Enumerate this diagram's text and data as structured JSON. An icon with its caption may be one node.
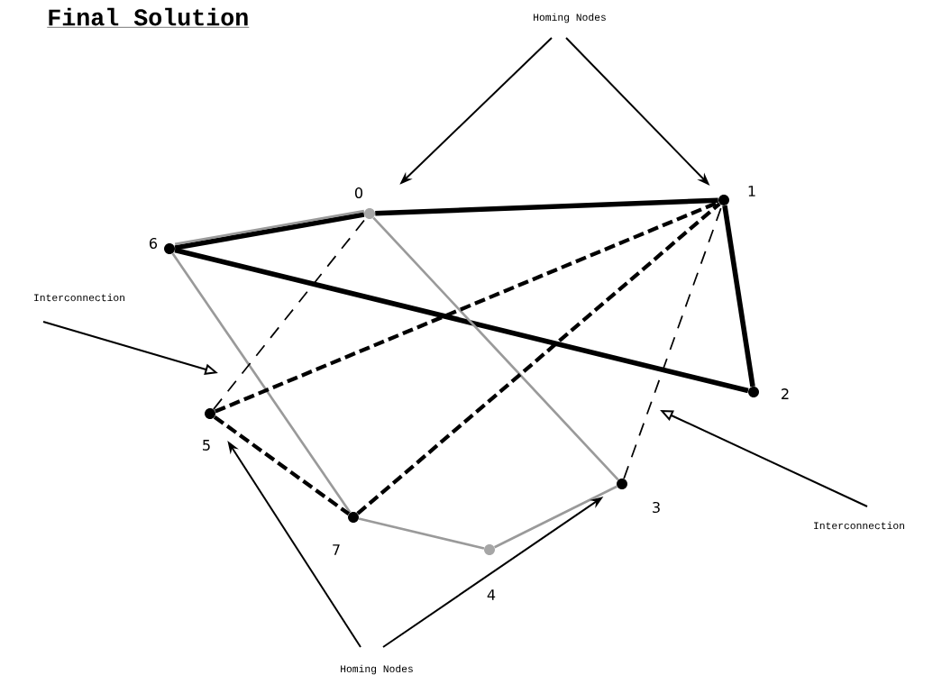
{
  "diagram": {
    "title": "Final Solution",
    "nodes": [
      {
        "text": [
          "Homing Nodes"
        ]
      },
      {
        "text": [],
        "shape": "circle",
        "beside": [
          "0"
        ]
      },
      {
        "text": [],
        "shape": "circle",
        "beside": [
          "1"
        ]
      },
      {
        "text": [],
        "shape": "circle",
        "beside": [
          "6"
        ]
      },
      {
        "text": [
          "Interconnection"
        ]
      },
      {
        "text": [],
        "shape": "circle",
        "beside": [
          "2"
        ]
      },
      {
        "text": [],
        "shape": "circle",
        "beside": [
          "5"
        ]
      },
      {
        "text": [],
        "shape": "circle",
        "beside": [
          "3"
        ]
      },
      {
        "text": [
          "Interconnection"
        ]
      },
      {
        "text": [],
        "shape": "circle",
        "beside": [
          "7"
        ]
      },
      {
        "text": [],
        "shape": "circle",
        "beside": [
          "4"
        ]
      },
      {
        "text": [
          "Homing Nodes"
        ]
      }
    ],
    "edges": [
      {
        "from": 3,
        "to": 1,
        "arrow": "none",
        "style": "thick"
      },
      {
        "from": 1,
        "to": 2,
        "arrow": "none",
        "style": "thick"
      },
      {
        "from": 3,
        "to": 5,
        "arrow": "none",
        "style": "thick"
      },
      {
        "from": 2,
        "to": 5,
        "arrow": "none",
        "style": "thick"
      },
      {
        "from": 3,
        "to": 1,
        "arrow": "none",
        "color": "#9a9a9a"
      },
      {
        "from": 1,
        "to": 7,
        "arrow": "none",
        "color": "#9a9a9a"
      },
      {
        "from": 3,
        "to": 9,
        "arrow": "none",
        "color": "#9a9a9a"
      },
      {
        "from": 9,
        "to": 10,
        "arrow": "none",
        "color": "#9a9a9a"
      },
      {
        "from": 10,
        "to": 7,
        "arrow": "none",
        "color": "#9a9a9a"
      },
      {
        "from": 6,
        "to": 2,
        "arrow": "none",
        "style": "dashed"
      },
      {
        "from": 9,
        "to": 2,
        "arrow": "none",
        "style": "dashed"
      },
      {
        "from": 6,
        "to": 9,
        "arrow": "none",
        "style": "dashed"
      },
      {
        "from": 6,
        "to": 1,
        "arrow": "none",
        "style": "dashed"
      },
      {
        "from": 7,
        "to": 2,
        "arrow": "none",
        "style": "dashed"
      },
      {
        "from": 0,
        "to": 1,
        "arrow": "to"
      },
      {
        "from": 0,
        "to": 2,
        "arrow": "to"
      },
      {
        "from": 4,
        "to": null,
        "arrow": "to"
      },
      {
        "from": 8,
        "to": null,
        "arrow": "to"
      },
      {
        "from": 11,
        "to": 6,
        "arrow": "to"
      },
      {
        "from": 11,
        "to": 7,
        "arrow": "to"
      }
    ]
  }
}
